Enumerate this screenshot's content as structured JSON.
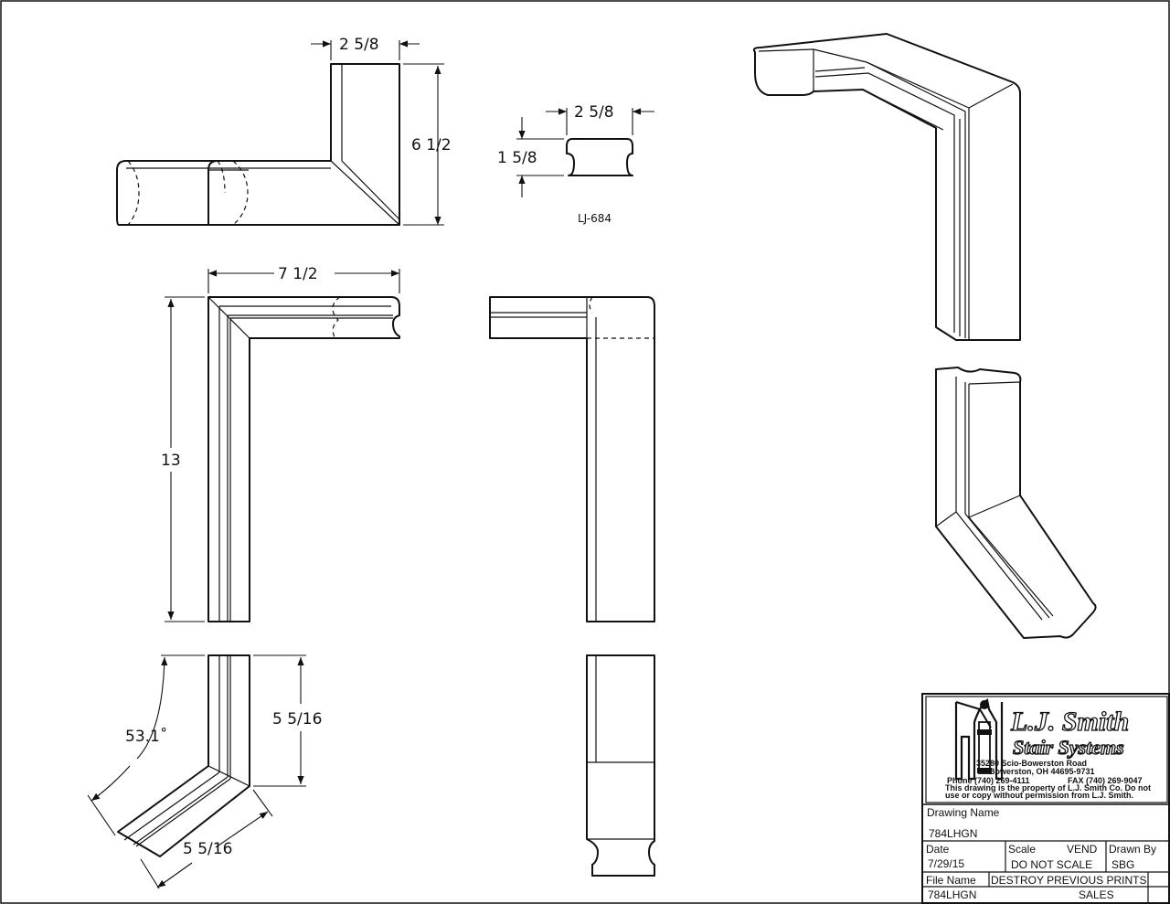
{
  "dimensions": {
    "top_width": "2 5/8",
    "top_height": "6 1/2",
    "profile_width": "2 5/8",
    "profile_height": "1 5/8",
    "profile_label": "LJ-684",
    "front_width": "7 1/2",
    "front_height": "13",
    "angle": "53.1˚",
    "leg_vertical": "5 5/16",
    "leg_angled": "5 5/16"
  },
  "title_block": {
    "company_line1": "L.J. Smith",
    "company_line2": "Stair Systems",
    "address1": "35280 Scio-Bowerston Road",
    "address2": "Bowerston, OH 44695-9731",
    "phone": "Phone (740) 269-4111",
    "fax": "FAX (740) 269-9047",
    "notice1": "This drawing is the property of L.J. Smith Co. Do not",
    "notice2": "use or copy without permission from L.J. Smith.",
    "drawing_name_label": "Drawing Name",
    "drawing_name": "784LHGN",
    "date_label": "Date",
    "date": "7/29/15",
    "scale_label": "Scale",
    "vend_label": "VEND",
    "scale_value": "DO NOT SCALE",
    "drawn_by_label": "Drawn By",
    "drawn_by": "SBG",
    "file_name_label": "File Name",
    "file_name": "784LHGN",
    "destroy_notice": "DESTROY PREVIOUS PRINTS",
    "dept": "SALES"
  }
}
